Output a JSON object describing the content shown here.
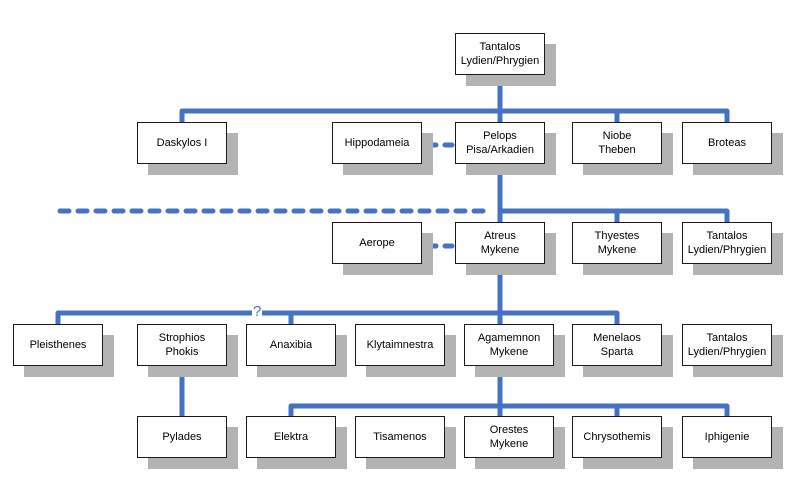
{
  "colors": {
    "line": "#4472c4",
    "shadow": "#b3b3b3",
    "border": "#1a1a1a"
  },
  "nodes": {
    "tantalos_top": {
      "line1": "Tantalos",
      "line2": "Lydien/Phrygien"
    },
    "daskylos": {
      "line1": "Daskylos I",
      "line2": ""
    },
    "hippodameia": {
      "line1": "Hippodameia",
      "line2": ""
    },
    "pelops": {
      "line1": "Pelops",
      "line2": "Pisa/Arkadien"
    },
    "niobe": {
      "line1": "Niobe",
      "line2": "Theben"
    },
    "broteas": {
      "line1": "Broteas",
      "line2": ""
    },
    "aerope": {
      "line1": "Aerope",
      "line2": ""
    },
    "atreus": {
      "line1": "Atreus",
      "line2": "Mykene"
    },
    "thyestes": {
      "line1": "Thyestes",
      "line2": "Mykene"
    },
    "tantalos_mid": {
      "line1": "Tantalos",
      "line2": "Lydien/Phrygien"
    },
    "pleisthenes": {
      "line1": "Pleisthenes",
      "line2": ""
    },
    "strophios": {
      "line1": "Strophios",
      "line2": "Phokis"
    },
    "anaxibia": {
      "line1": "Anaxibia",
      "line2": ""
    },
    "klytaimnestra": {
      "line1": "Klytaimnestra",
      "line2": ""
    },
    "agamemnon": {
      "line1": "Agamemnon",
      "line2": "Mykene"
    },
    "menelaos": {
      "line1": "Menelaos",
      "line2": "Sparta"
    },
    "tantalos_low": {
      "line1": "Tantalos",
      "line2": "Lydien/Phrygien"
    },
    "pylades": {
      "line1": "Pylades",
      "line2": ""
    },
    "elektra": {
      "line1": "Elektra",
      "line2": ""
    },
    "tisamenos": {
      "line1": "Tisamenos",
      "line2": ""
    },
    "orestes": {
      "line1": "Orestes",
      "line2": "Mykene"
    },
    "chrysothemis": {
      "line1": "Chrysothemis",
      "line2": ""
    },
    "iphigenie": {
      "line1": "Iphigenie",
      "line2": ""
    }
  },
  "annotation": {
    "uncertain": "?"
  }
}
